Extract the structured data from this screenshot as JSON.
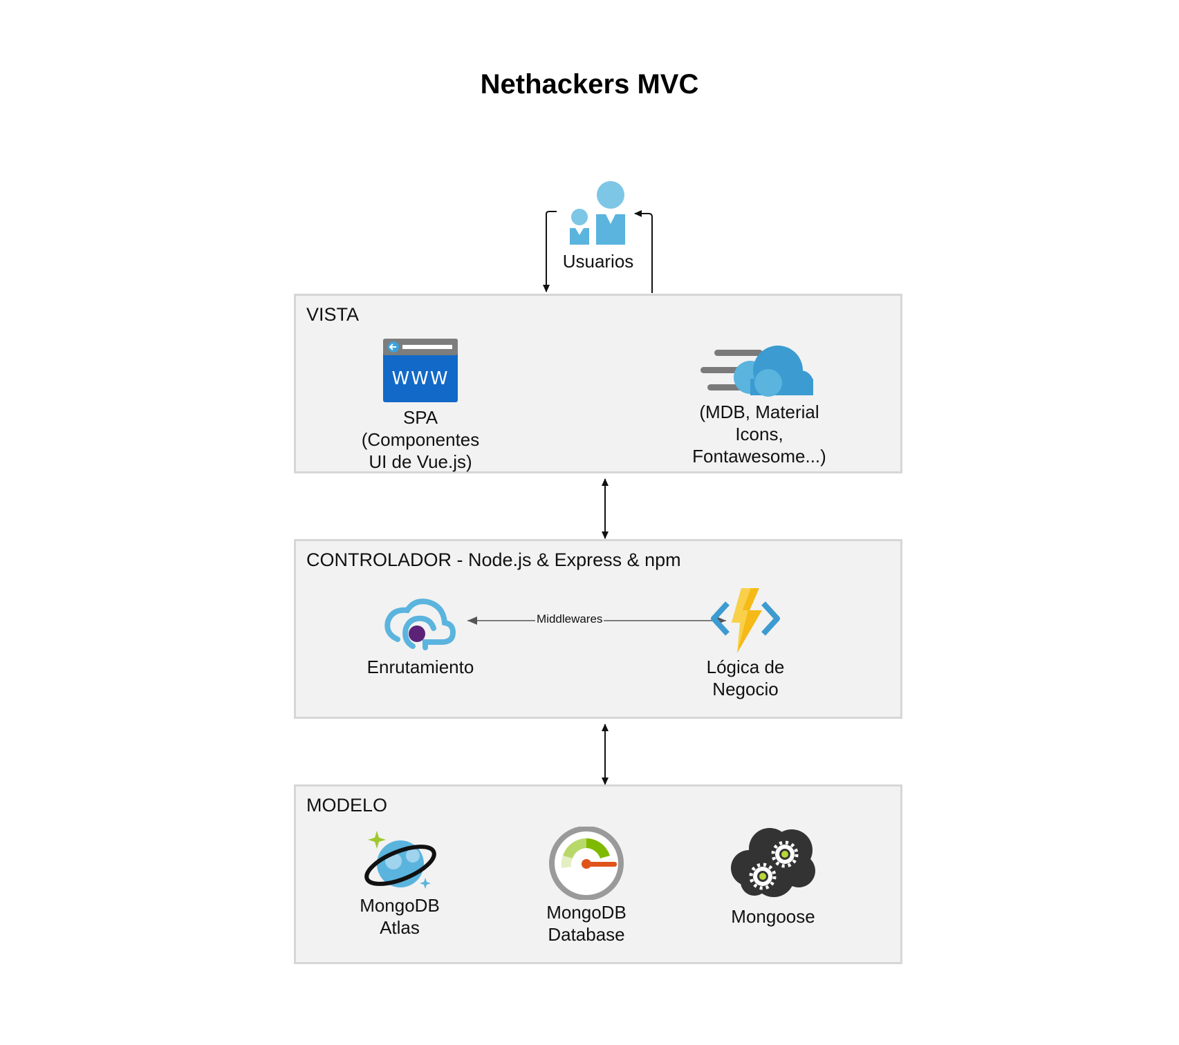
{
  "diagram": {
    "title": "Nethackers MVC",
    "users": {
      "label": "Usuarios",
      "icon": "users-icon"
    },
    "vista": {
      "title": "VISTA",
      "spa": {
        "label": "SPA\n(Componentes\nUI de Vue.js)",
        "icon": "web-browser-www-icon"
      },
      "libs": {
        "label": "(MDB, Material\nIcons,\nFontawesome...)",
        "icon": "fast-cloud-icon"
      }
    },
    "controlador": {
      "title": "CONTROLADOR - Node.js & Express & npm",
      "routing": {
        "label": "Enrutamiento",
        "icon": "cloud-routing-icon"
      },
      "logic": {
        "label": "Lógica de\nNegocio",
        "icon": "function-bolt-icon"
      },
      "connector_label": "Middlewares"
    },
    "modelo": {
      "title": "MODELO",
      "atlas": {
        "label": "MongoDB\nAtlas",
        "icon": "planet-icon"
      },
      "database": {
        "label": "MongoDB\nDatabase",
        "icon": "gauge-icon"
      },
      "mongoose": {
        "label": "Mongoose",
        "icon": "cloud-gears-icon"
      }
    }
  },
  "colors": {
    "layer_fill": "#f2f2f2",
    "layer_border": "#d6d6d6",
    "icon_blue": "#5ab4de",
    "dark_blue": "#1666c0",
    "bolt_yellow": "#f5b918",
    "accent_purple": "#5c2278",
    "connector": "#111111"
  }
}
